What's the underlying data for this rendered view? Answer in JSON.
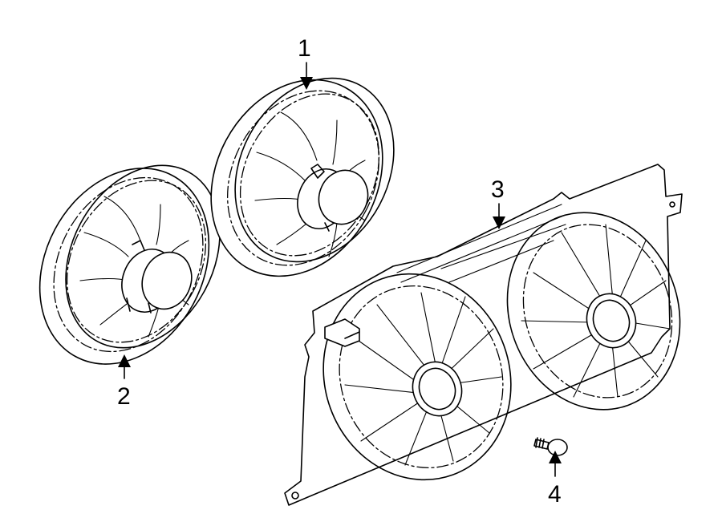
{
  "callouts": {
    "fan_upper": "1",
    "fan_lower": "2",
    "shroud": "3",
    "bolt": "4"
  }
}
